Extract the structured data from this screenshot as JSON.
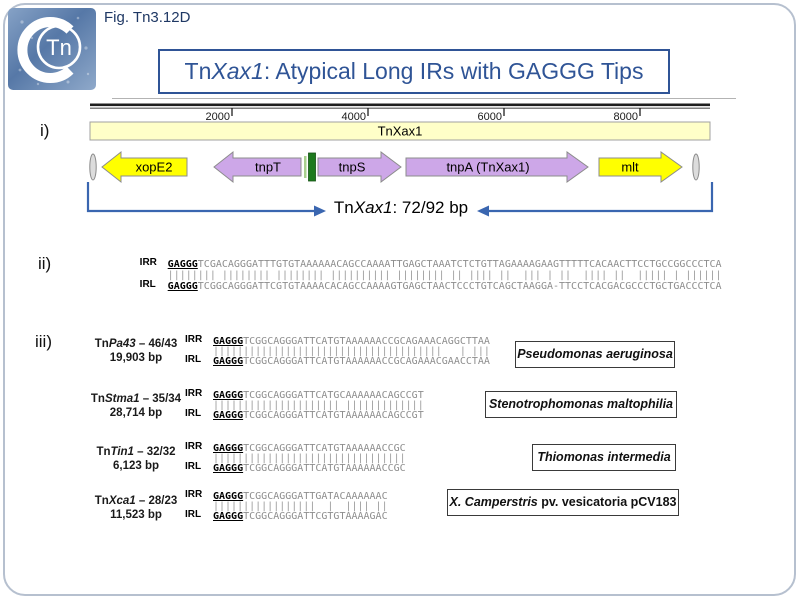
{
  "slide": {
    "fig_label": "Fig. Tn3.12D",
    "logo_text": "Tn",
    "title": {
      "prefix": "Tn",
      "italic": "Xax1",
      "suffix": ": Atypical Long IRs with GAGGG Tips"
    }
  },
  "sections": {
    "i": "i)",
    "ii": "ii)",
    "iii": "iii)"
  },
  "labels": {
    "irr": "IRR",
    "irl": "IRL"
  },
  "tip": "GAGGG",
  "map": {
    "ticks": [
      "2000",
      "4000",
      "6000",
      "8000"
    ],
    "bar_label": "TnXax1",
    "genes": [
      "xopE2",
      "tnpT",
      "tnpS",
      "tnpA (TnXax1)",
      "mlt"
    ],
    "span": {
      "prefix": "Tn",
      "italic": "Xax1",
      "suffix": ": 72/92 bp"
    }
  },
  "alignment_ii": {
    "irr": "GAGGGTCGACAGGGATTTGTGTAAAAAACAGCCAAAATTGAGCTAAATCTCTGTTAGAAAAGAAGTTTTTCACAACTTCCTGCCGGCCCTCA",
    "irl": "GAGGGTCGGCAGGGATTCGTGTAAAACACAGCCAAAAGTGAGCTAACTCCCTGTCAGCTAAGGA-TTCCTCACGACGCCCTGCTGACCCTCA"
  },
  "section_iii": {
    "entries": [
      {
        "name_prefix": "Tn",
        "name_italic": "Pa43",
        "name_suffix": " – 46/43",
        "bp": "19,903 bp",
        "irr": "GAGGGTCGGCAGGGATTCATGTAAAAAACCGCAGAAACAGGCTTAA",
        "irl": "GAGGGTCGGCAGGGATTCATGTAAAAAACCGCAGAAACGAACCTAA",
        "species_italic": "Pseudomonas aeruginosa",
        "species_regular": ""
      },
      {
        "name_prefix": "Tn",
        "name_italic": "Stma1",
        "name_suffix": " – 35/34",
        "bp": "28,714 bp",
        "irr": "GAGGGTCGGCAGGGATTCATGCAAAAAACAGCCGT",
        "irl": "GAGGGTCGGCAGGGATTCATGTAAAAAACAGCCGT",
        "species_italic": "Stenotrophomonas maltophilia",
        "species_regular": ""
      },
      {
        "name_prefix": "Tn",
        "name_italic": "Tin1",
        "name_suffix": " – 32/32",
        "bp": "6,123 bp",
        "irr": "GAGGGTCGGCAGGGATTCATGTAAAAAACCGC",
        "irl": "GAGGGTCGGCAGGGATTCATGTAAAAAACCGC",
        "species_italic": "Thiomonas intermedia",
        "species_regular": ""
      },
      {
        "name_prefix": "Tn",
        "name_italic": "Xca1",
        "name_suffix": " – 28/23",
        "bp": "11,523 bp",
        "irr": "GAGGGTCGGCAGGGATTGATACAAAAAAC",
        "irl": "GAGGGTCGGCAGGGATTCGTGTAAAAGAC",
        "species_italic": "X. Camperstris",
        "species_regular": " pv. vesicatoria pCV183"
      }
    ]
  },
  "colors": {
    "title_blue": "#2F5496",
    "fig_label_blue": "#1F3864",
    "bracket_blue": "#3A66B0",
    "gene_yellow": "#FFFF00",
    "gene_purple": "#CDA7E8",
    "map_bar_yellow": "#FFFFC8",
    "green_marker_dark": "#1E7A1E",
    "green_marker_light": "#A9D18E",
    "ir_ellipse_gray": "#DCDCDC",
    "sequence_gray": "#8E8E8E"
  }
}
